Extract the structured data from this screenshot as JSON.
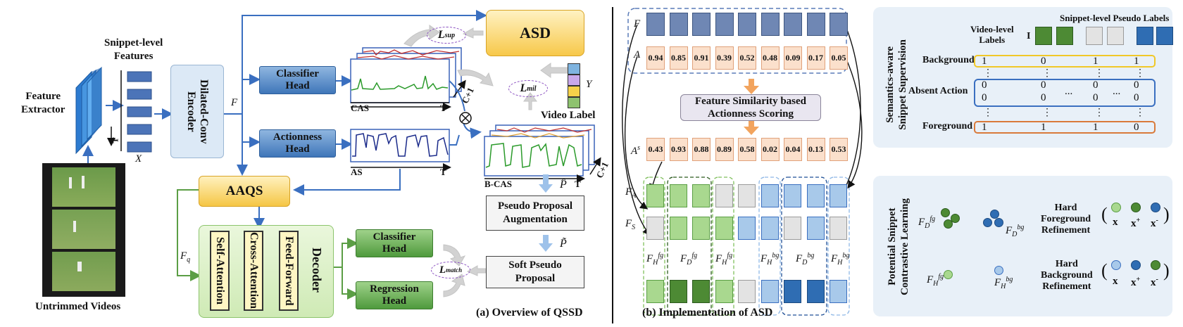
{
  "left": {
    "feature_extractor": "Feature\nExtractor",
    "snippet_features": "Snippet-level\nFeatures",
    "t_axis": "T",
    "x_label": "X",
    "untrimmed": "Untrimmed Videos",
    "encoder": "Dilated-Conv\nEncoder",
    "f_label": "F",
    "classifier_head": "Classifier\nHead",
    "actionness_head": "Actionness\nHead",
    "cas_label": "CAS",
    "as_label": "AS",
    "t_label": "T",
    "c1_label": "C+1",
    "bcas_label": "B-CAS",
    "asd": "ASD",
    "l_sup": "L",
    "l_sup_sub": "sup",
    "l_mil": "L",
    "l_mil_sub": "mil",
    "l_match": "L",
    "l_match_sub": "match",
    "video_label": "Video Label",
    "y_label": "Y",
    "p_hat": "P̂",
    "p_tilde": "P̃",
    "pseudo_aug": "Pseudo Proposal\nAugmentation",
    "soft_pseudo": "Soft Pseudo\nProposal",
    "aaqs": "AAQS",
    "fq_label": "F",
    "fq_sub": "q",
    "self_attention": "Self-Attention",
    "cross_attention": "Cross-Attention",
    "feed_forward": "Feed-Forward",
    "decoder": "Decoder",
    "dec_classifier": "Classifier\nHead",
    "regression_head": "Regression\nHead",
    "caption_a": "(a) Overview of QSSD",
    "label_colors": [
      "#7fb4e0",
      "#c9a8ea",
      "#f5d14a",
      "#8ec26f"
    ]
  },
  "middle": {
    "f_label": "F",
    "a_label": "A",
    "a_values": [
      "0.94",
      "0.85",
      "0.91",
      "0.39",
      "0.52",
      "0.48",
      "0.09",
      "0.17",
      "0.05"
    ],
    "fss": "Feature Similarity based\nActionness Scoring",
    "as_label": "A",
    "as_sup": "s",
    "as_values": [
      "0.43",
      "0.93",
      "0.88",
      "0.89",
      "0.58",
      "0.02",
      "0.04",
      "0.13",
      "0.53"
    ],
    "fa_label": "F",
    "fa_sub": "A",
    "fs_label": "F",
    "fs_sub": "S",
    "group_labels": [
      {
        "base": "F",
        "sub": "H",
        "sup": "fg"
      },
      {
        "base": "F",
        "sub": "D",
        "sup": "fg"
      },
      {
        "base": "F",
        "sub": "H",
        "sup": "fg"
      },
      {
        "base": "F",
        "sub": "H",
        "sup": "bg"
      },
      {
        "base": "F",
        "sub": "D",
        "sup": "bg"
      },
      {
        "base": "F",
        "sub": "H",
        "sup": "bg"
      }
    ],
    "caption_b": "(b) Implementation of ASD",
    "colors": {
      "light_green": "#a9d88f",
      "dark_green": "#4d8a34",
      "gray": "#e3e3e3",
      "light_blue": "#a8c9ea",
      "dark_blue": "#2f6db3"
    }
  },
  "right_top": {
    "title": "Semantics-aware\nSnippet Supervision",
    "video_level": "Video-level\nLabels",
    "snippet_level": "Snippet-level Pseudo Labels",
    "i_label": "I",
    "rows": [
      {
        "name": "Background",
        "values": [
          "1",
          "0",
          "1",
          "1"
        ]
      },
      {
        "name": "Absent Action",
        "values": [
          "0\n0",
          "0\n0",
          "0\n0",
          "0\n0"
        ]
      },
      {
        "name": "Foreground",
        "values": [
          "1",
          "1",
          "1",
          "0"
        ]
      }
    ],
    "ellipsis": "...",
    "vdots": "⋮"
  },
  "right_bottom": {
    "title": "Potential Snippet\nContrastive Learning",
    "hard_fg": "Hard\nForeground\nRefinement",
    "hard_bg": "Hard\nBackground\nRefinement",
    "x": "x",
    "x_plus": "x",
    "x_minus": "x",
    "plus": "+",
    "minus": "-",
    "fdfg": {
      "base": "F",
      "sub": "D",
      "sup": "fg"
    },
    "fdbg": {
      "base": "F",
      "sub": "D",
      "sup": "bg"
    },
    "fhfg": {
      "base": "F",
      "sub": "H",
      "sup": "fg"
    },
    "fhbg": {
      "base": "F",
      "sub": "H",
      "sup": "bg"
    }
  }
}
